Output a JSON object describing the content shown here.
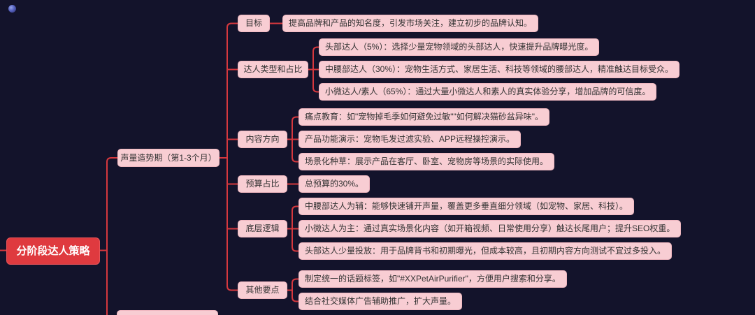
{
  "colors": {
    "background": "#13132b",
    "edge_red": "#d6383e",
    "root_red": "#df3a3f",
    "node_pink": "#f8cdd3",
    "node_border_pink": "#efb7c0",
    "node_text": "#333333",
    "root_text": "#ffffff"
  },
  "icons": {
    "logo_dot": "blue-sphere-logo"
  },
  "mindmap": {
    "root": {
      "label": "分阶段达人策略"
    },
    "phase": {
      "label": "声量造势期（第1-3个月）"
    },
    "branches": [
      {
        "label": "目标",
        "children": [
          "提高品牌和产品的知名度，引发市场关注，建立初步的品牌认知。"
        ]
      },
      {
        "label": "达人类型和占比",
        "children": [
          "头部达人（5%）：选择少量宠物领域的头部达人，快速提升品牌曝光度。",
          "中腰部达人（30%）：宠物生活方式、家居生活、科技等领域的腰部达人，精准触达目标受众。",
          "小微达人/素人（65%）：通过大量小微达人和素人的真实体验分享，增加品牌的可信度。"
        ]
      },
      {
        "label": "内容方向",
        "children": [
          "痛点教育：如\"宠物掉毛季如何避免过敏\"\"如何解决猫砂盆异味\"。",
          "产品功能演示：宠物毛发过滤实验、APP远程操控演示。",
          "场景化种草：展示产品在客厅、卧室、宠物房等场景的实际使用。"
        ]
      },
      {
        "label": "预算占比",
        "children": [
          "总预算的30%。"
        ]
      },
      {
        "label": "底层逻辑",
        "children": [
          "中腰部达人为辅：能够快速铺开声量，覆盖更多垂直细分领域（如宠物、家居、科技）。",
          "小微达人为主：通过真实场景化内容（如开箱视频、日常使用分享）触达长尾用户；提升SEO权重。",
          "头部达人少量投放：用于品牌背书和初期曝光，但成本较高，且初期内容方向测试不宜过多投入。"
        ]
      },
      {
        "label": "其他要点",
        "children": [
          "制定统一的话题标签，如\"#XXPetAirPurifier\"，方便用户搜索和分享。",
          "结合社交媒体广告辅助推广，扩大声量。"
        ]
      }
    ]
  }
}
